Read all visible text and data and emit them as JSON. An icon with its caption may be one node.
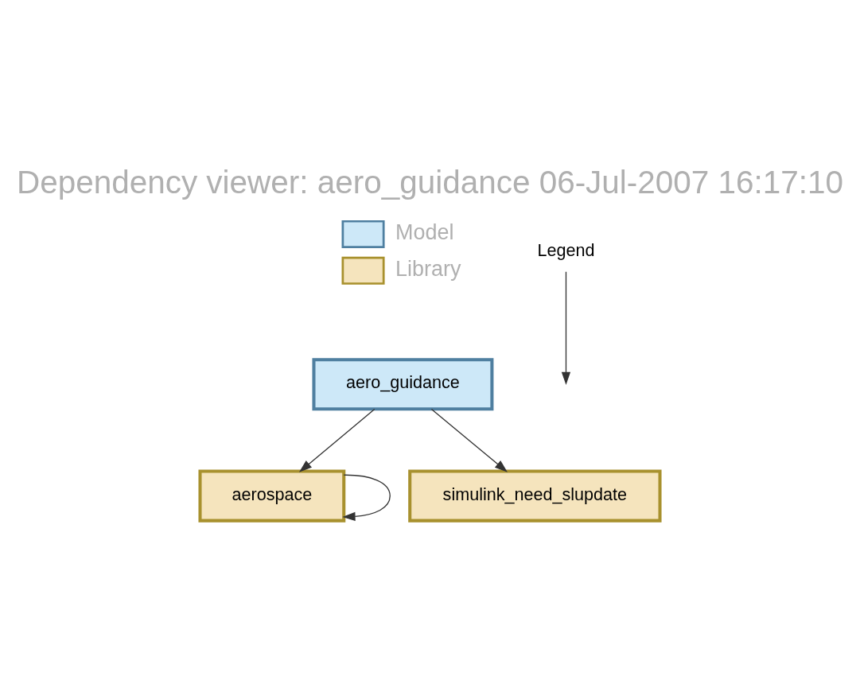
{
  "diagram": {
    "title": "Dependency viewer: aero_guidance 06-Jul-2007 16:17:10",
    "nodes": [
      {
        "text": [
          "Legend"
        ]
      },
      {
        "text": [
          "aero_guidance"
        ]
      },
      {
        "text": [
          "aerospace"
        ]
      },
      {
        "text": [
          "simulink_need_slupdate"
        ]
      }
    ],
    "edges": [
      {
        "from": 0,
        "to": null,
        "arrow": "to"
      },
      {
        "from": 1,
        "to": 2,
        "arrow": "to"
      },
      {
        "from": 1,
        "to": 3,
        "arrow": "to"
      },
      {
        "from": 2,
        "to": 2,
        "arrow": "to"
      }
    ],
    "legend": [
      {
        "text": "Model",
        "color": "#cde8f8"
      },
      {
        "text": "Library",
        "color": "#f5e4bd"
      }
    ]
  }
}
